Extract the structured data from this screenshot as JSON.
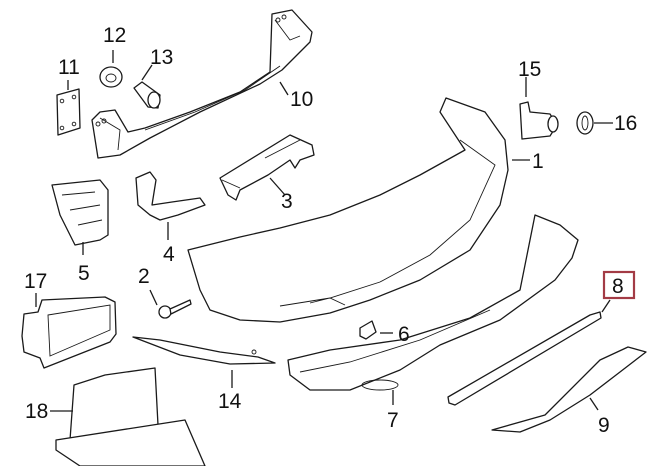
{
  "diagram": {
    "type": "exploded parts diagram",
    "highlighted_callout": "8",
    "highlight_color": "#a33b45",
    "callouts": [
      {
        "id": "1",
        "text": "1"
      },
      {
        "id": "2",
        "text": "2"
      },
      {
        "id": "3",
        "text": "3"
      },
      {
        "id": "4",
        "text": "4"
      },
      {
        "id": "5",
        "text": "5"
      },
      {
        "id": "6",
        "text": "6"
      },
      {
        "id": "7",
        "text": "7"
      },
      {
        "id": "8",
        "text": "8"
      },
      {
        "id": "9",
        "text": "9"
      },
      {
        "id": "10",
        "text": "10"
      },
      {
        "id": "11",
        "text": "11"
      },
      {
        "id": "12",
        "text": "12"
      },
      {
        "id": "13",
        "text": "13"
      },
      {
        "id": "14",
        "text": "14"
      },
      {
        "id": "15",
        "text": "15"
      },
      {
        "id": "16",
        "text": "16"
      },
      {
        "id": "17",
        "text": "17"
      },
      {
        "id": "18",
        "text": "18"
      }
    ]
  }
}
